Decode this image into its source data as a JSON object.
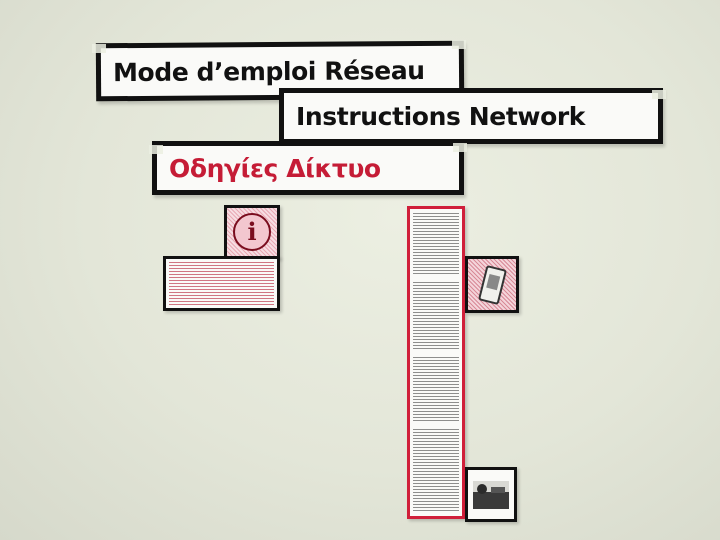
{
  "banners": {
    "french": "Mode d’emploi Réseau",
    "english": "Instructions Network",
    "greek": "Οδηγίες Δίκτυο"
  },
  "colors": {
    "wall": "#e6e9db",
    "frame": "#111111",
    "accent_red": "#c51c36",
    "column_border": "#d01f3a"
  },
  "icons": {
    "info_card": "info-icon",
    "phone_card": "phone-icon",
    "photo_card": "photo-thumbnail"
  },
  "info": {
    "glyph": "i"
  }
}
